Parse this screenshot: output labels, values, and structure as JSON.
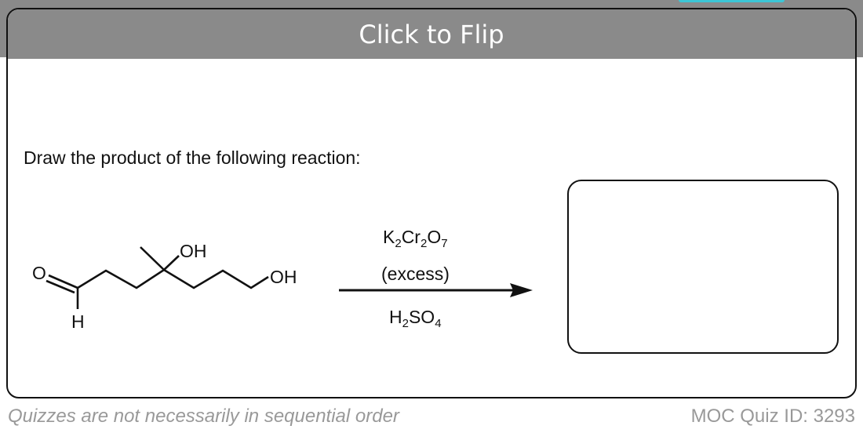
{
  "flip_label": "Click to Flip",
  "question": "Draw the product of the following reaction:",
  "molecule": {
    "atom_o": "O",
    "atom_h": "H",
    "oh1": "OH",
    "oh2": "OH"
  },
  "reagents": {
    "line1_main": "K",
    "line1_s1": "2",
    "line1_b": "Cr",
    "line1_s2": "2",
    "line1_c": "O",
    "line1_s3": "7",
    "line2": "(excess)",
    "line3_a": "H",
    "line3_s1": "2",
    "line3_b": "SO",
    "line3_s2": "4"
  },
  "footer": {
    "note": "Quizzes are not necessarily in sequential order",
    "quiz_id": "MOC Quiz ID: 3293"
  },
  "colors": {
    "bar": "#8a8a8a",
    "accent": "#3cc6d6"
  }
}
